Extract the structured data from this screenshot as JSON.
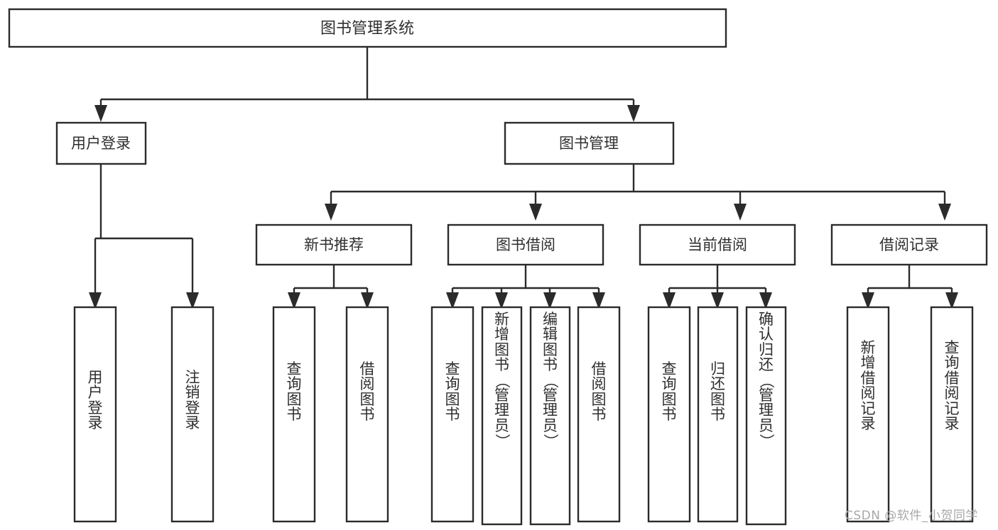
{
  "diagram": {
    "title": "图书管理系统",
    "type": "tree-hierarchy-chart",
    "orientation": "top-down",
    "colors": {
      "stroke": "#2b2b2b",
      "box_fill": "#ffffff",
      "text": "#2f2f2f",
      "background": "#ffffff",
      "watermark": "#a8a8a8"
    },
    "levels": {
      "level1": {
        "root": {
          "label": "图书管理系统"
        }
      },
      "level2": {
        "nodes": [
          {
            "label": "用户登录"
          },
          {
            "label": "图书管理"
          }
        ]
      },
      "level3": {
        "nodes": [
          {
            "label": "新书推荐"
          },
          {
            "label": "图书借阅"
          },
          {
            "label": "当前借阅"
          },
          {
            "label": "借阅记录"
          }
        ]
      },
      "level4": {
        "nodes": [
          {
            "label": "用户登录",
            "parent": "用户登录"
          },
          {
            "label": "注销登录",
            "parent": "用户登录"
          },
          {
            "label": "查询图书",
            "parent": "新书推荐"
          },
          {
            "label": "借阅图书",
            "parent": "新书推荐"
          },
          {
            "label": "查询图书",
            "parent": "图书借阅"
          },
          {
            "label": "新增图书（管理员）",
            "parent": "图书借阅"
          },
          {
            "label": "编辑图书（管理员）",
            "parent": "图书借阅"
          },
          {
            "label": "借阅图书",
            "parent": "图书借阅"
          },
          {
            "label": "查询图书",
            "parent": "当前借阅"
          },
          {
            "label": "归还图书",
            "parent": "当前借阅"
          },
          {
            "label": "确认归还（管理员）",
            "parent": "当前借阅"
          },
          {
            "label": "新增借阅记录",
            "parent": "借阅记录"
          },
          {
            "label": "查询借阅记录",
            "parent": "借阅记录"
          }
        ]
      }
    }
  },
  "watermark": {
    "text": "CSDN @软件_小贺同学"
  }
}
